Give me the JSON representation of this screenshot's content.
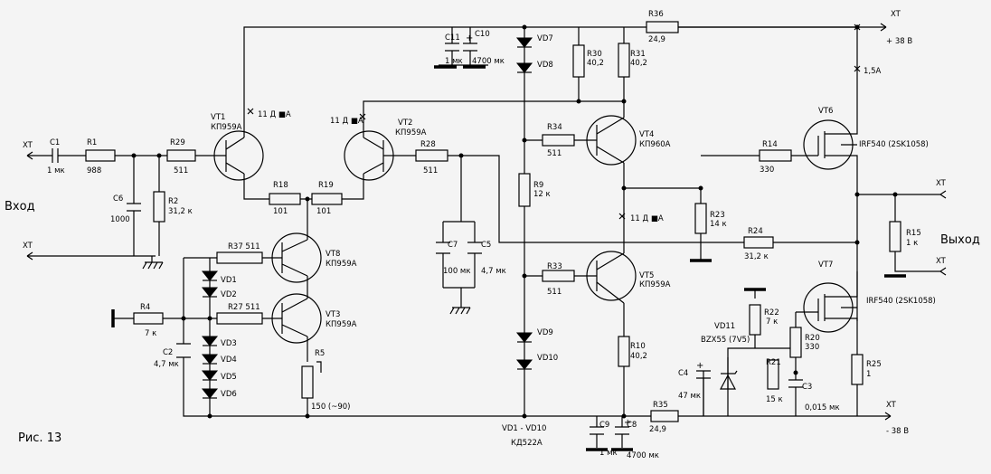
{
  "title": "Рис. 13",
  "io": {
    "input_label": "Вход",
    "output_label": "Выход",
    "xt": "XT",
    "pos_supply": "+ 38 В",
    "neg_supply": "- 38 В",
    "current_1_5a": "1,5А",
    "current_11ma": "11 Д ■А"
  },
  "components": {
    "C1": {
      "ref": "C1",
      "value": "1 мк"
    },
    "R1": {
      "ref": "R1",
      "value": "988"
    },
    "R29": {
      "ref": "R29",
      "value": "511"
    },
    "C6": {
      "ref": "C6",
      "value": "1000"
    },
    "R2": {
      "ref": "R2",
      "value": "31,2 к"
    },
    "VT1": {
      "ref": "VT1",
      "value": "КП959А"
    },
    "VT2": {
      "ref": "VT2",
      "value": "КП959А"
    },
    "R18": {
      "ref": "R18",
      "value": "101"
    },
    "R19": {
      "ref": "R19",
      "value": "101"
    },
    "R28": {
      "ref": "R28",
      "value": "511"
    },
    "C7": {
      "ref": "C7",
      "value": "100 мк"
    },
    "C5": {
      "ref": "C5",
      "value": "4,7 мк"
    },
    "VT8": {
      "ref": "VT8",
      "value": "КП959А"
    },
    "VT3": {
      "ref": "VT3",
      "value": "КП959А"
    },
    "R37": {
      "ref": "R37 511",
      "value": ""
    },
    "R27": {
      "ref": "R27 511",
      "value": ""
    },
    "R4": {
      "ref": "R4",
      "value": "7 к"
    },
    "C2": {
      "ref": "C2",
      "value": "4,7 мк"
    },
    "R5": {
      "ref": "R5",
      "value": "150 (~90)"
    },
    "C11": {
      "ref": "C11",
      "value": "1 мк"
    },
    "C10": {
      "ref": "C10",
      "value": "4700 мк"
    },
    "R30": {
      "ref": "R30",
      "value": "40,2"
    },
    "R31": {
      "ref": "R31",
      "value": "40,2"
    },
    "R36": {
      "ref": "R36",
      "value": "24,9"
    },
    "R34": {
      "ref": "R34",
      "value": "511"
    },
    "VT4": {
      "ref": "VT4",
      "value": "КП960А"
    },
    "R9": {
      "ref": "R9",
      "value": "12 к"
    },
    "R23": {
      "ref": "R23",
      "value": "14 к"
    },
    "R14": {
      "ref": "R14",
      "value": "330"
    },
    "VT6": {
      "ref": "VT6",
      "value": "IRF540 (2SK1058)"
    },
    "R24": {
      "ref": "R24",
      "value": "31,2 к"
    },
    "R15": {
      "ref": "R15",
      "value": "1 к"
    },
    "R33": {
      "ref": "R33",
      "value": "511"
    },
    "VT5": {
      "ref": "VT5",
      "value": "КП959А"
    },
    "VT7": {
      "ref": "VT7",
      "value": "IRF540 (2SK1058)"
    },
    "R10": {
      "ref": "R10",
      "value": "40,2"
    },
    "R22": {
      "ref": "R22",
      "value": "7 к"
    },
    "VD11": {
      "ref": "VD11",
      "value": "BZX55 (7V5)"
    },
    "R20": {
      "ref": "R20",
      "value": "330"
    },
    "R21": {
      "ref": "R21",
      "value": "15 к"
    },
    "C3": {
      "ref": "C3",
      "value": "0,015 мк"
    },
    "R25": {
      "ref": "R25",
      "value": "1"
    },
    "C4": {
      "ref": "C4",
      "value": "47 мк"
    },
    "R35": {
      "ref": "R35",
      "value": "24,9"
    },
    "C9": {
      "ref": "C9",
      "value": "1 мк"
    },
    "C8": {
      "ref": "C8",
      "value": "4700 мк"
    }
  },
  "diodes": {
    "left": [
      "VD1",
      "VD2",
      "VD3",
      "VD4",
      "VD5",
      "VD6"
    ],
    "center_top": [
      "VD7",
      "VD8"
    ],
    "center_bottom": [
      "VD9",
      "VD10"
    ],
    "note_ref": "VD1 - VD10",
    "note_type": "КД522А"
  }
}
